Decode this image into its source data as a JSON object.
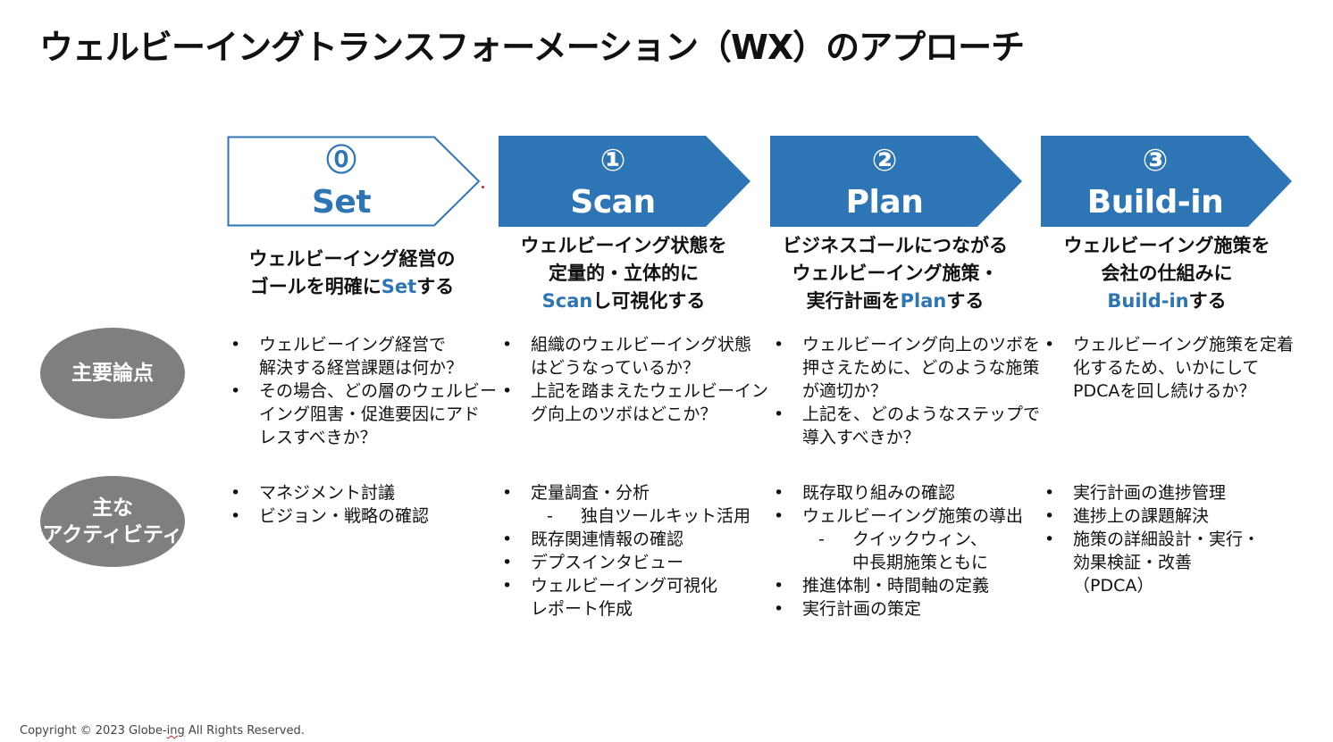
{
  "title": "ウェルビーイングトランスフォーメーション（WX）のアプローチ",
  "colors": {
    "accent": "#2e75b6",
    "oval": "#7f7f7f"
  },
  "phases": [
    {
      "num": "⓪",
      "label": "Set",
      "heading": {
        "line1": "ウェルビーイング経営の",
        "line2_pre": "ゴールを明確に",
        "line2_accent": "Set",
        "line2_post": "する"
      },
      "issues": [
        {
          "l1": "ウェルビーイング経営で",
          "l2": "解決する経営課題は何か？"
        },
        {
          "l1": "その場合、どの層のウェルビー",
          "l2": "イング阻害・促進要因にアド",
          "l3": "レスすべきか？"
        }
      ],
      "activities": [
        "マネジメント討議",
        "ビジョン・戦略の確認"
      ]
    },
    {
      "num": "①",
      "label": "Scan",
      "heading": {
        "line1": "ウェルビーイング状態を",
        "line2": "定量的・立体的に",
        "line3_accent": "Scan",
        "line3_post": "し可視化する"
      },
      "issues": [
        {
          "l1": "組織のウェルビーイング状態",
          "l2": "はどうなっているか？"
        },
        {
          "l1": "上記を踏まえたウェルビーイン",
          "l2": "グ向上のツボはどこか？"
        }
      ],
      "activities": [
        "定量調査・分析",
        "独自ツールキット活用",
        "既存関連情報の確認",
        "デプスインタビュー",
        "ウェルビーイング可視化",
        "レポート作成"
      ]
    },
    {
      "num": "②",
      "label": "Plan",
      "heading": {
        "line1": "ビジネスゴールにつながる",
        "line2": "ウェルビーイング施策・",
        "line3_pre": "実行計画を",
        "line3_accent": "Plan",
        "line3_post": "する"
      },
      "issues": [
        {
          "l1": "ウェルビーイング向上のツボを",
          "l2": "押さえために、どのような施策",
          "l3": "が適切か？"
        },
        {
          "l1": "上記を、どのようなステップで",
          "l2": "導入すべきか？"
        }
      ],
      "activities": [
        "既存取り組みの確認",
        "ウェルビーイング施策の導出",
        "クイックウィン、",
        "中長期施策ともに",
        "推進体制・時間軸の定義",
        "実行計画の策定"
      ]
    },
    {
      "num": "③",
      "label": "Build-in",
      "heading": {
        "line1": "ウェルビーイング施策を",
        "line2": "会社の仕組みに",
        "line3_accent": "Build-in",
        "line3_post": "する"
      },
      "issues": [
        {
          "l1": "ウェルビーイング施策を定着",
          "l2": "化するため、いかにして",
          "l3": "PDCAを回し続けるか？"
        }
      ],
      "activities": [
        "実行計画の進捗管理",
        "進捗上の課題解決",
        "施策の詳細設計・実行・",
        "効果検証・改善",
        "（PDCA）"
      ]
    }
  ],
  "rows": {
    "issues_label": "主要論点",
    "activities_line1": "主な",
    "activities_line2": "アクティビティ"
  },
  "footer": {
    "copyright_pre": "Copyright © 2023 Globe-",
    "copyright_squiggle": "ing",
    "copyright_post": " All Rights Reserved."
  }
}
